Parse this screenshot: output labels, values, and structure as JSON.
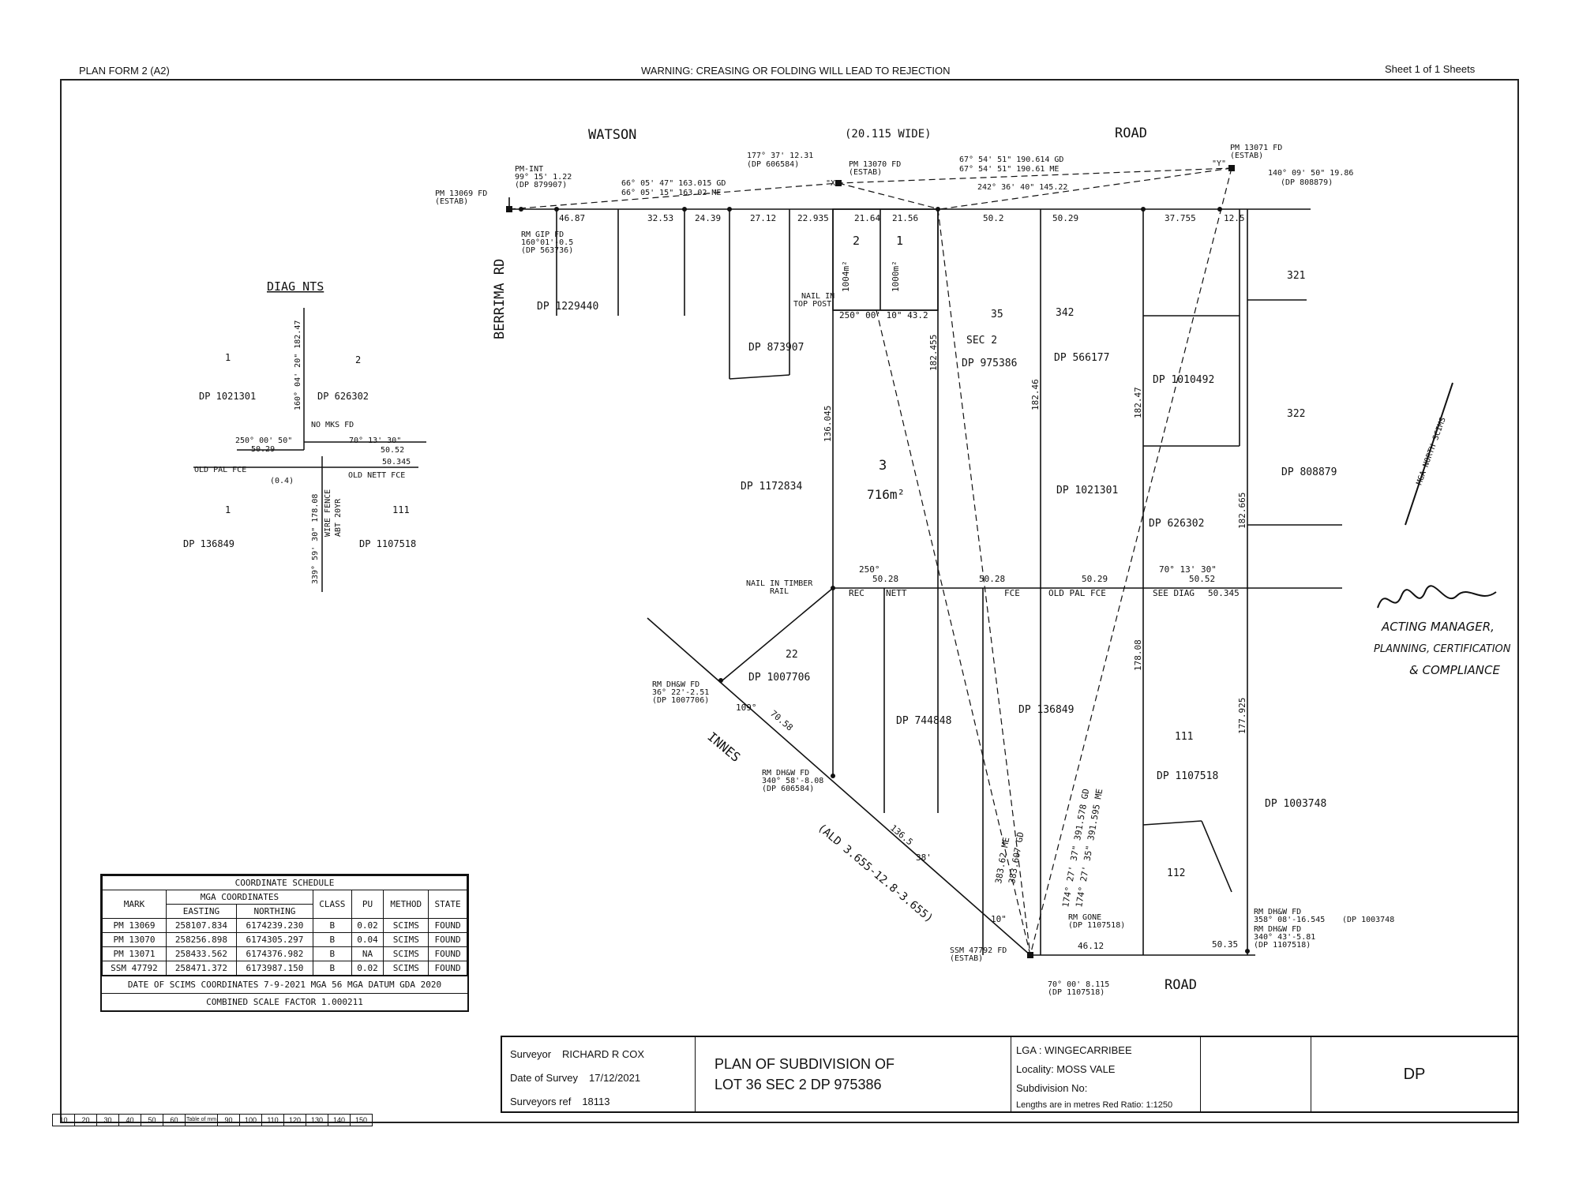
{
  "header": {
    "left": "PLAN FORM 2 (A2)",
    "center": "WARNING: CREASING OR FOLDING WILL LEAD TO REJECTION",
    "right": "Sheet 1    of  1     Sheets"
  },
  "roads": {
    "watson": "WATSON",
    "width": "(20.115 WIDE)",
    "road_top": "ROAD",
    "berrima": "BERRIMA RD",
    "innes": "INNES",
    "innes_ald": "(ALD 3.655-12.8-3.655)",
    "road_bottom": "ROAD"
  },
  "marks": {
    "pm13069": "PM 13069 FD",
    "estab1": "(ESTAB)",
    "pmint": "PM-INT",
    "pmint_b": "99° 15' 1.22",
    "pmint_dp": "(DP 879907)",
    "pm13070": "PM 13070 FD",
    "estab2": "(ESTAB)",
    "pm13071": "PM 13071 FD",
    "estab3": "(ESTAB)",
    "x": "\"X\"",
    "y": "\"Y\"",
    "b1": "66° 05' 47\" 163.015 GD",
    "b2": "66° 05' 15\" 163.02 ME",
    "b3": "177° 37' 12.31",
    "b3dp": "(DP 606584)",
    "b4": "67° 54' 51\" 190.614 GD",
    "b5": "67° 54' 51\" 190.61 ME",
    "b6": "242° 36' 40\" 145.22",
    "b7": "140° 09' 50\" 19.86",
    "b7dp": "(DP 808879)",
    "rm_gip": "RM GIP FD",
    "rm_gip_b": "160°01'-0.5",
    "rm_gip_dp": "(DP 563736)",
    "ssm": "SSM 47792 FD",
    "estab4": "(ESTAB)",
    "rm_dhw1": "RM DH&W FD",
    "rm_dhw1_b": "36° 22'-2.51",
    "rm_dhw1_dp": "(DP 1007706)",
    "rm_dhw2": "RM DH&W FD",
    "rm_dhw2_b": "340° 58'-8.08",
    "rm_dhw2_dp": "(DP 606584)",
    "rm_gone": "RM GONE",
    "rm_gone_dp": "(DP 1107518)",
    "rm_br1": "RM DH&W FD",
    "rm_br1_b": "358° 08'-16.545",
    "rm_br1_dp": "(DP 1003748",
    "rm_br2": "RM DH&W FD",
    "rm_br2_b": "340° 43'-5.81",
    "rm_br2_dp": "(DP 1107518)",
    "bottom_b": "70° 00' 8.115",
    "bottom_dp": "(DP 1107518)",
    "nail1": "NAIL IN",
    "nail1b": "TOP POST",
    "nail2": "NAIL IN TIMBER",
    "nail2b": "RAIL"
  },
  "lots": {
    "lot3": "3",
    "lot3_area": "716m²",
    "lot2": "2",
    "lot2_area": "1004m²",
    "lot1": "1",
    "lot1_area": "1000m²",
    "sec": "SEC 2",
    "lot35": "35",
    "dp975386": "DP 975386",
    "dp1229440": "DP 1229440",
    "dp873907": "DP 873907",
    "dp1172834": "DP 1172834",
    "dp566177": "DP 566177",
    "dp1010492": "DP 1010492",
    "dp626302": "DP 626302",
    "dp1021301": "DP 1021301",
    "dp808879": "DP 808879",
    "dp1007706": "DP 1007706",
    "dp744848": "DP 744848",
    "dp136849": "DP 136849",
    "dp1107518": "DP 1107518",
    "dp1003748": "DP 1003748",
    "n342": "342",
    "n321": "321",
    "n322": "322",
    "n22": "22",
    "n111": "111",
    "n112": "112"
  },
  "dims": {
    "d1": "46.87",
    "d2": "32.53",
    "d3": "24.39",
    "d4": "27.12",
    "d5": "22.935",
    "d6": "21.64",
    "d7": "21.56",
    "d8": "50.2",
    "d9": "50.29",
    "d10": "37.755",
    "d11": "12.5",
    "c1": "250° 00' 10\" 43.2",
    "c2": "250°",
    "c3": "50.28",
    "c4": "50.28",
    "c5": "50.29",
    "c6": "70° 13' 30\"",
    "c7": "50.52",
    "c8": "50.345",
    "c9": "46.12",
    "c10": "50.35",
    "v1": "136.045",
    "v2": "182.455",
    "v3": "182.46",
    "v4": "182.47",
    "v5": "182.665",
    "v6": "178.08",
    "v7": "177.925",
    "i1": "70.58",
    "i2": "136.5",
    "i3": "109°",
    "i4": "38'",
    "i5": "10\"",
    "see": "SEE DIAG",
    "oldpal": "OLD PAL FCE",
    "fce": "FCE",
    "rec": "REC",
    "nett": "NETT",
    "g1": "174° 27' 37\" 391.578 GD",
    "g2": "174° 27' 35\" 391.595 ME",
    "g3": "383.607 GD",
    "g4": "383.62 ME"
  },
  "diag": {
    "title": "DIAG NTS",
    "l1": "1",
    "l2": "2",
    "dp1": "DP 1021301",
    "dp2": "DP 626302",
    "v": "160° 04' 20\" 182.47",
    "nomks": "NO MKS FD",
    "b1": "250° 00' 50\"",
    "b1d": "50.29",
    "b2": "70° 13' 30\"",
    "b2d": "50.52",
    "b3": "50.345",
    "oldpal": "OLD PAL FCE",
    "off": "(0.4)",
    "oldnett": "OLD NETT FCE",
    "l3": "1",
    "l4": "111",
    "dp3": "DP 136849",
    "dp4": "DP 1107518",
    "vb": "339° 59' 30\" 178.08",
    "wire": "WIRE FENCE",
    "abt": "ABT 20YR"
  },
  "north": "MGA NORTH SCIMS",
  "signature": {
    "role1": "ACTING MANAGER,",
    "role2": "PLANNING, CERTIFICATION",
    "role3": "& COMPLIANCE"
  },
  "coord": {
    "title": "COORDINATE SCHEDULE",
    "h_mark": "MARK",
    "h_mga": "MGA COORDINATES",
    "h_e": "EASTING",
    "h_n": "NORTHING",
    "h_class": "CLASS",
    "h_pu": "PU",
    "h_method": "METHOD",
    "h_state": "STATE",
    "rows": [
      {
        "mark": "PM 13069",
        "e": "258107.834",
        "n": "6174239.230",
        "cls": "B",
        "pu": "0.02",
        "method": "SCIMS",
        "state": "FOUND"
      },
      {
        "mark": "PM 13070",
        "e": "258256.898",
        "n": "6174305.297",
        "cls": "B",
        "pu": "0.04",
        "method": "SCIMS",
        "state": "FOUND"
      },
      {
        "mark": "PM 13071",
        "e": "258433.562",
        "n": "6174376.982",
        "cls": "B",
        "pu": "NA",
        "method": "SCIMS",
        "state": "FOUND"
      },
      {
        "mark": "SSM 47792",
        "e": "258471.372",
        "n": "6173987.150",
        "cls": "B",
        "pu": "0.02",
        "method": "SCIMS",
        "state": "FOUND"
      }
    ],
    "date": "DATE OF SCIMS COORDINATES 7-9-2021 MGA 56  MGA DATUM GDA 2020",
    "csf": "COMBINED SCALE FACTOR 1.000211"
  },
  "titleblock": {
    "surveyor_l": "Surveyor",
    "surveyor": "RICHARD R COX",
    "date_l": "Date of Survey",
    "date": "17/12/2021",
    "ref_l": "Surveyors ref",
    "ref": "18113",
    "plan1": "PLAN OF SUBDIVISION OF",
    "plan2": "LOT 36 SEC 2  DP 975386",
    "lga": "LGA : WINGECARRIBEE",
    "locality": "Locality: MOSS VALE",
    "subdiv": "Subdivision No:",
    "lengths": "Lengths are in metres Red Ratio:  1:1250",
    "dp": "DP"
  },
  "scale": [
    "10",
    "20",
    "30",
    "40",
    "50",
    "60",
    "Table of mm",
    "90",
    "100",
    "110",
    "120",
    "130",
    "140",
    "150"
  ]
}
